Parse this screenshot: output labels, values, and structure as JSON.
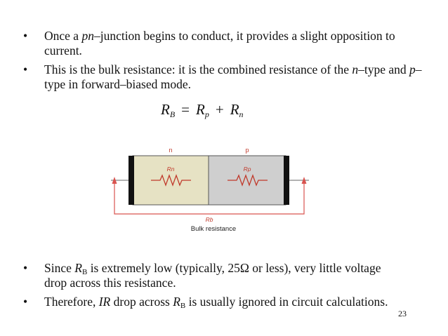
{
  "bullets_top": [
    {
      "text_1": "Once a ",
      "italic_1": "pn",
      "text_2": "–junction begins to conduct, it provides a slight opposition to current."
    },
    {
      "text_1": "This is the bulk resistance: it is the combined resistance of the ",
      "italic_1": "n",
      "text_2": "–type and ",
      "italic_2": "p",
      "text_3": "–type in forward–biased mode."
    }
  ],
  "formula": {
    "lhs": "R",
    "lhs_sub": "B",
    "eq": "=",
    "t1": "R",
    "t1_sub": "p",
    "plus": "+",
    "t2": "R",
    "t2_sub": "n"
  },
  "diagram": {
    "label_n": "n",
    "label_p": "p",
    "label_rn": "Rn",
    "label_rp": "Rp",
    "label_rb": "Rb",
    "caption": "Bulk resistance",
    "colors": {
      "n_region": "#e6e2c4",
      "p_region": "#cfcfcf",
      "arrow": "#d9534f",
      "resistor": "#c0392b",
      "terminal": "#111111"
    }
  },
  "bullets_bottom": [
    {
      "text_1": "Since ",
      "italic_1": "R",
      "sub_1": "B",
      "text_2": " is extremely low (typically, 25Ω or less), very little voltage drop across this resistance."
    },
    {
      "text_1": "Therefore, ",
      "italic_1": "IR",
      "text_2": " drop across ",
      "italic_2": "R",
      "sub_2": "B",
      "text_3": " is usually ignored in circuit calculations."
    }
  ],
  "page_number": "23"
}
